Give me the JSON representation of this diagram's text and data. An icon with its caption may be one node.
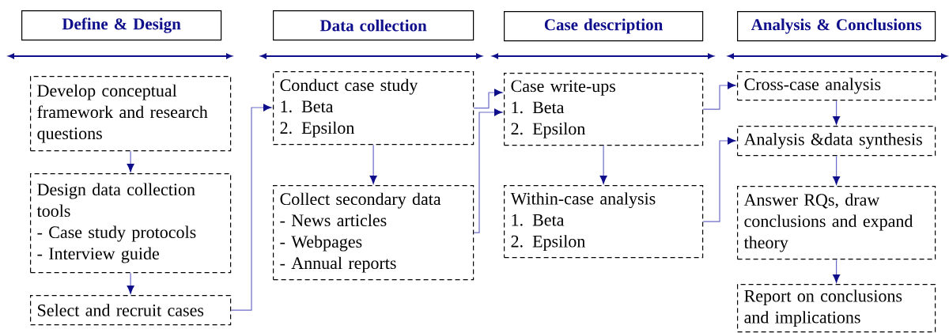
{
  "diagram": {
    "nodes": [
      {
        "text": [
          "Define & Design"
        ]
      },
      {
        "text": [
          "Data collection"
        ]
      },
      {
        "text": [
          "Case description"
        ]
      },
      {
        "text": [
          "Analysis & Conclusions"
        ]
      },
      {
        "text": [
          "Develop conceptual framework and research questions"
        ]
      },
      {
        "text": [
          "Design data collection tools",
          "- Case study protocols",
          "- Interview guide"
        ]
      },
      {
        "text": [
          "Select and recruit cases"
        ]
      },
      {
        "text": [
          "Conduct case study",
          "1. Beta",
          "2. Epsilon"
        ]
      },
      {
        "text": [
          "Collect secondary data",
          "- News articles",
          "- Webpages",
          "- Annual reports"
        ]
      },
      {
        "text": [
          "Case write-ups",
          "1. Beta",
          "2. Epsilon"
        ]
      },
      {
        "text": [
          "Within-case analysis",
          "1. Beta",
          "2. Epsilon"
        ]
      },
      {
        "text": [
          "Cross-case analysis"
        ]
      },
      {
        "text": [
          "Analysis &data synthesis"
        ]
      },
      {
        "text": [
          "Answer RQs, draw conclusions and expand theory"
        ]
      },
      {
        "text": [
          "Report on conclusions and implications"
        ]
      }
    ],
    "edges": [
      {
        "from": 4,
        "to": 5,
        "arrow": "to"
      },
      {
        "from": 5,
        "to": 6,
        "arrow": "to"
      },
      {
        "from": 6,
        "to": 7,
        "arrow": "to"
      },
      {
        "from": 7,
        "to": 8,
        "arrow": "to"
      },
      {
        "from": 7,
        "to": 9,
        "arrow": "to"
      },
      {
        "from": 8,
        "to": 9,
        "arrow": "to"
      },
      {
        "from": 9,
        "to": 10,
        "arrow": "to"
      },
      {
        "from": 9,
        "to": 11,
        "arrow": "to"
      },
      {
        "from": 10,
        "to": 12,
        "arrow": "to"
      },
      {
        "from": 11,
        "to": 12,
        "arrow": "to"
      },
      {
        "from": 12,
        "to": 13,
        "arrow": "to"
      },
      {
        "from": 13,
        "to": 14,
        "arrow": "to"
      }
    ]
  }
}
